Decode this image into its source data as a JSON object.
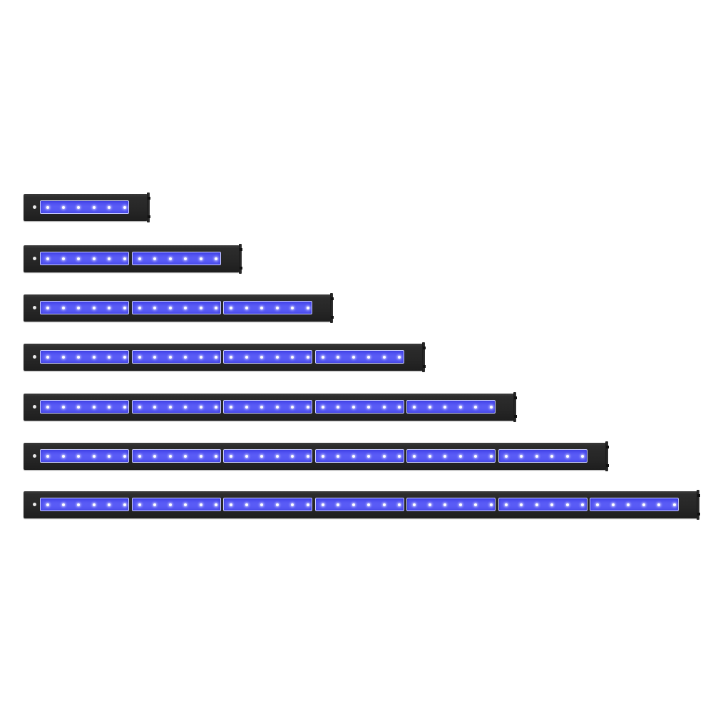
{
  "scene": {
    "subject": "led-light-bar-size-lineup",
    "background_color": "#ffffff",
    "bar_color": "#262626",
    "module_color": "#5557f4",
    "module_border_color": "#c9ccff",
    "led_color": "#ffffff",
    "screw_color": "#e9e9e9",
    "leds_per_module": 6,
    "bars": [
      {
        "modules": 1
      },
      {
        "modules": 2
      },
      {
        "modules": 3
      },
      {
        "modules": 4
      },
      {
        "modules": 5
      },
      {
        "modules": 6
      },
      {
        "modules": 7
      }
    ]
  }
}
